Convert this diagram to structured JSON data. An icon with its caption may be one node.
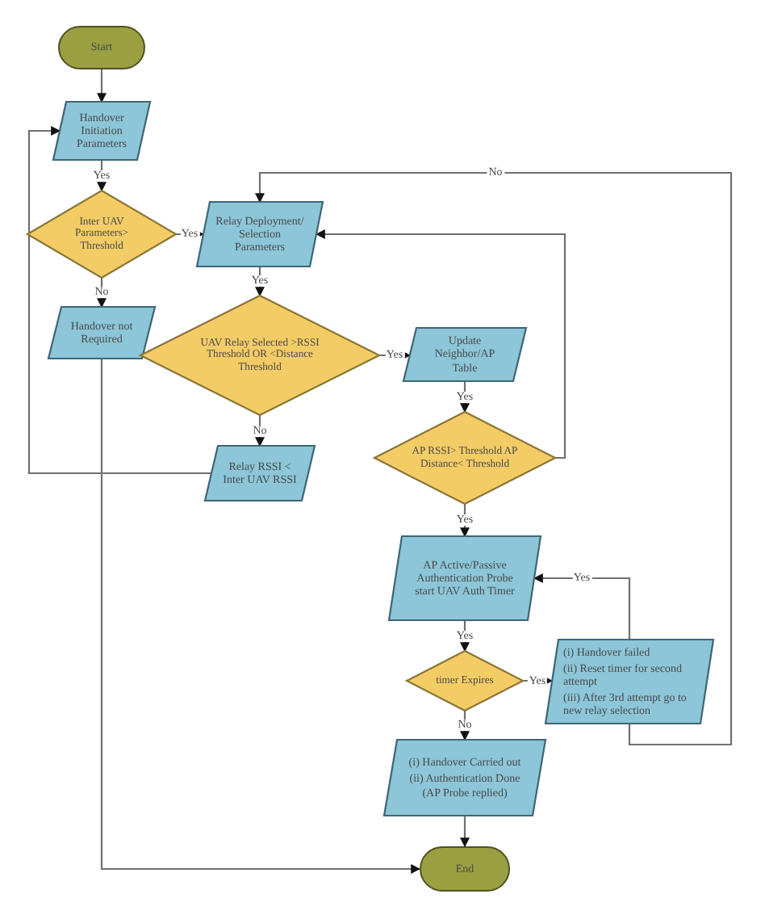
{
  "diagram": {
    "nodes": [
      {
        "text": [
          "Start"
        ]
      },
      {
        "text": [
          "Handover Initiation Parameters"
        ]
      },
      {
        "text": [
          "Inter UAV Parameters> Threshold"
        ]
      },
      {
        "text": [
          "Relay Deployment/ Selection Parameters"
        ]
      },
      {
        "text": [
          "Handover not Required"
        ]
      },
      {
        "text": [
          "UAV Relay Selected >RSSI Threshold OR <Distance Threshold"
        ]
      },
      {
        "text": [
          "Update Neighbor/AP Table"
        ]
      },
      {
        "text": [
          "Relay RSSI < Inter UAV RSSI"
        ]
      },
      {
        "text": [
          "AP RSSI> Threshold AP Distance< Threshold"
        ]
      },
      {
        "text": [
          "AP Active/Passive Authentication Probe start UAV Auth Timer"
        ]
      },
      {
        "text": [
          "timer Expires"
        ]
      },
      {
        "text": [
          "(i) Handover failed",
          "(ii) Reset timer for second attempt",
          "(iii) After 3rd attempt go to new relay selection"
        ]
      },
      {
        "text": [
          "(i) Handover Carried out",
          "(ii) Authentication Done (AP Probe replied)"
        ]
      },
      {
        "text": [
          "End"
        ]
      }
    ],
    "edges": [
      {
        "from": 0,
        "to": 1,
        "arrow": "to"
      },
      {
        "from": 1,
        "to": 2,
        "arrow": "to",
        "label": "Yes"
      },
      {
        "from": 2,
        "to": 3,
        "arrow": "to",
        "label": "Yes"
      },
      {
        "from": 2,
        "to": 4,
        "arrow": "to",
        "label": "No"
      },
      {
        "from": 3,
        "to": 5,
        "arrow": "to",
        "label": "Yes"
      },
      {
        "from": 5,
        "to": 6,
        "arrow": "to",
        "label": "Yes"
      },
      {
        "from": 5,
        "to": 7,
        "arrow": "to",
        "label": "No"
      },
      {
        "from": 7,
        "to": 1,
        "arrow": "to"
      },
      {
        "from": 6,
        "to": 8,
        "arrow": "to",
        "label": "Yes"
      },
      {
        "from": 8,
        "to": 3,
        "arrow": "to"
      },
      {
        "from": 8,
        "to": 9,
        "arrow": "to",
        "label": "Yes"
      },
      {
        "from": 9,
        "to": 10,
        "arrow": "to",
        "label": "Yes"
      },
      {
        "from": 10,
        "to": 11,
        "arrow": "to",
        "label": "Yes"
      },
      {
        "from": 10,
        "to": 12,
        "arrow": "to",
        "label": "No"
      },
      {
        "from": 11,
        "to": 9,
        "arrow": "to",
        "label": "Yes"
      },
      {
        "from": 11,
        "to": 3,
        "arrow": "to",
        "label": "No"
      },
      {
        "from": 12,
        "to": 13,
        "arrow": "to"
      },
      {
        "from": 4,
        "to": 13,
        "arrow": "to"
      }
    ]
  }
}
